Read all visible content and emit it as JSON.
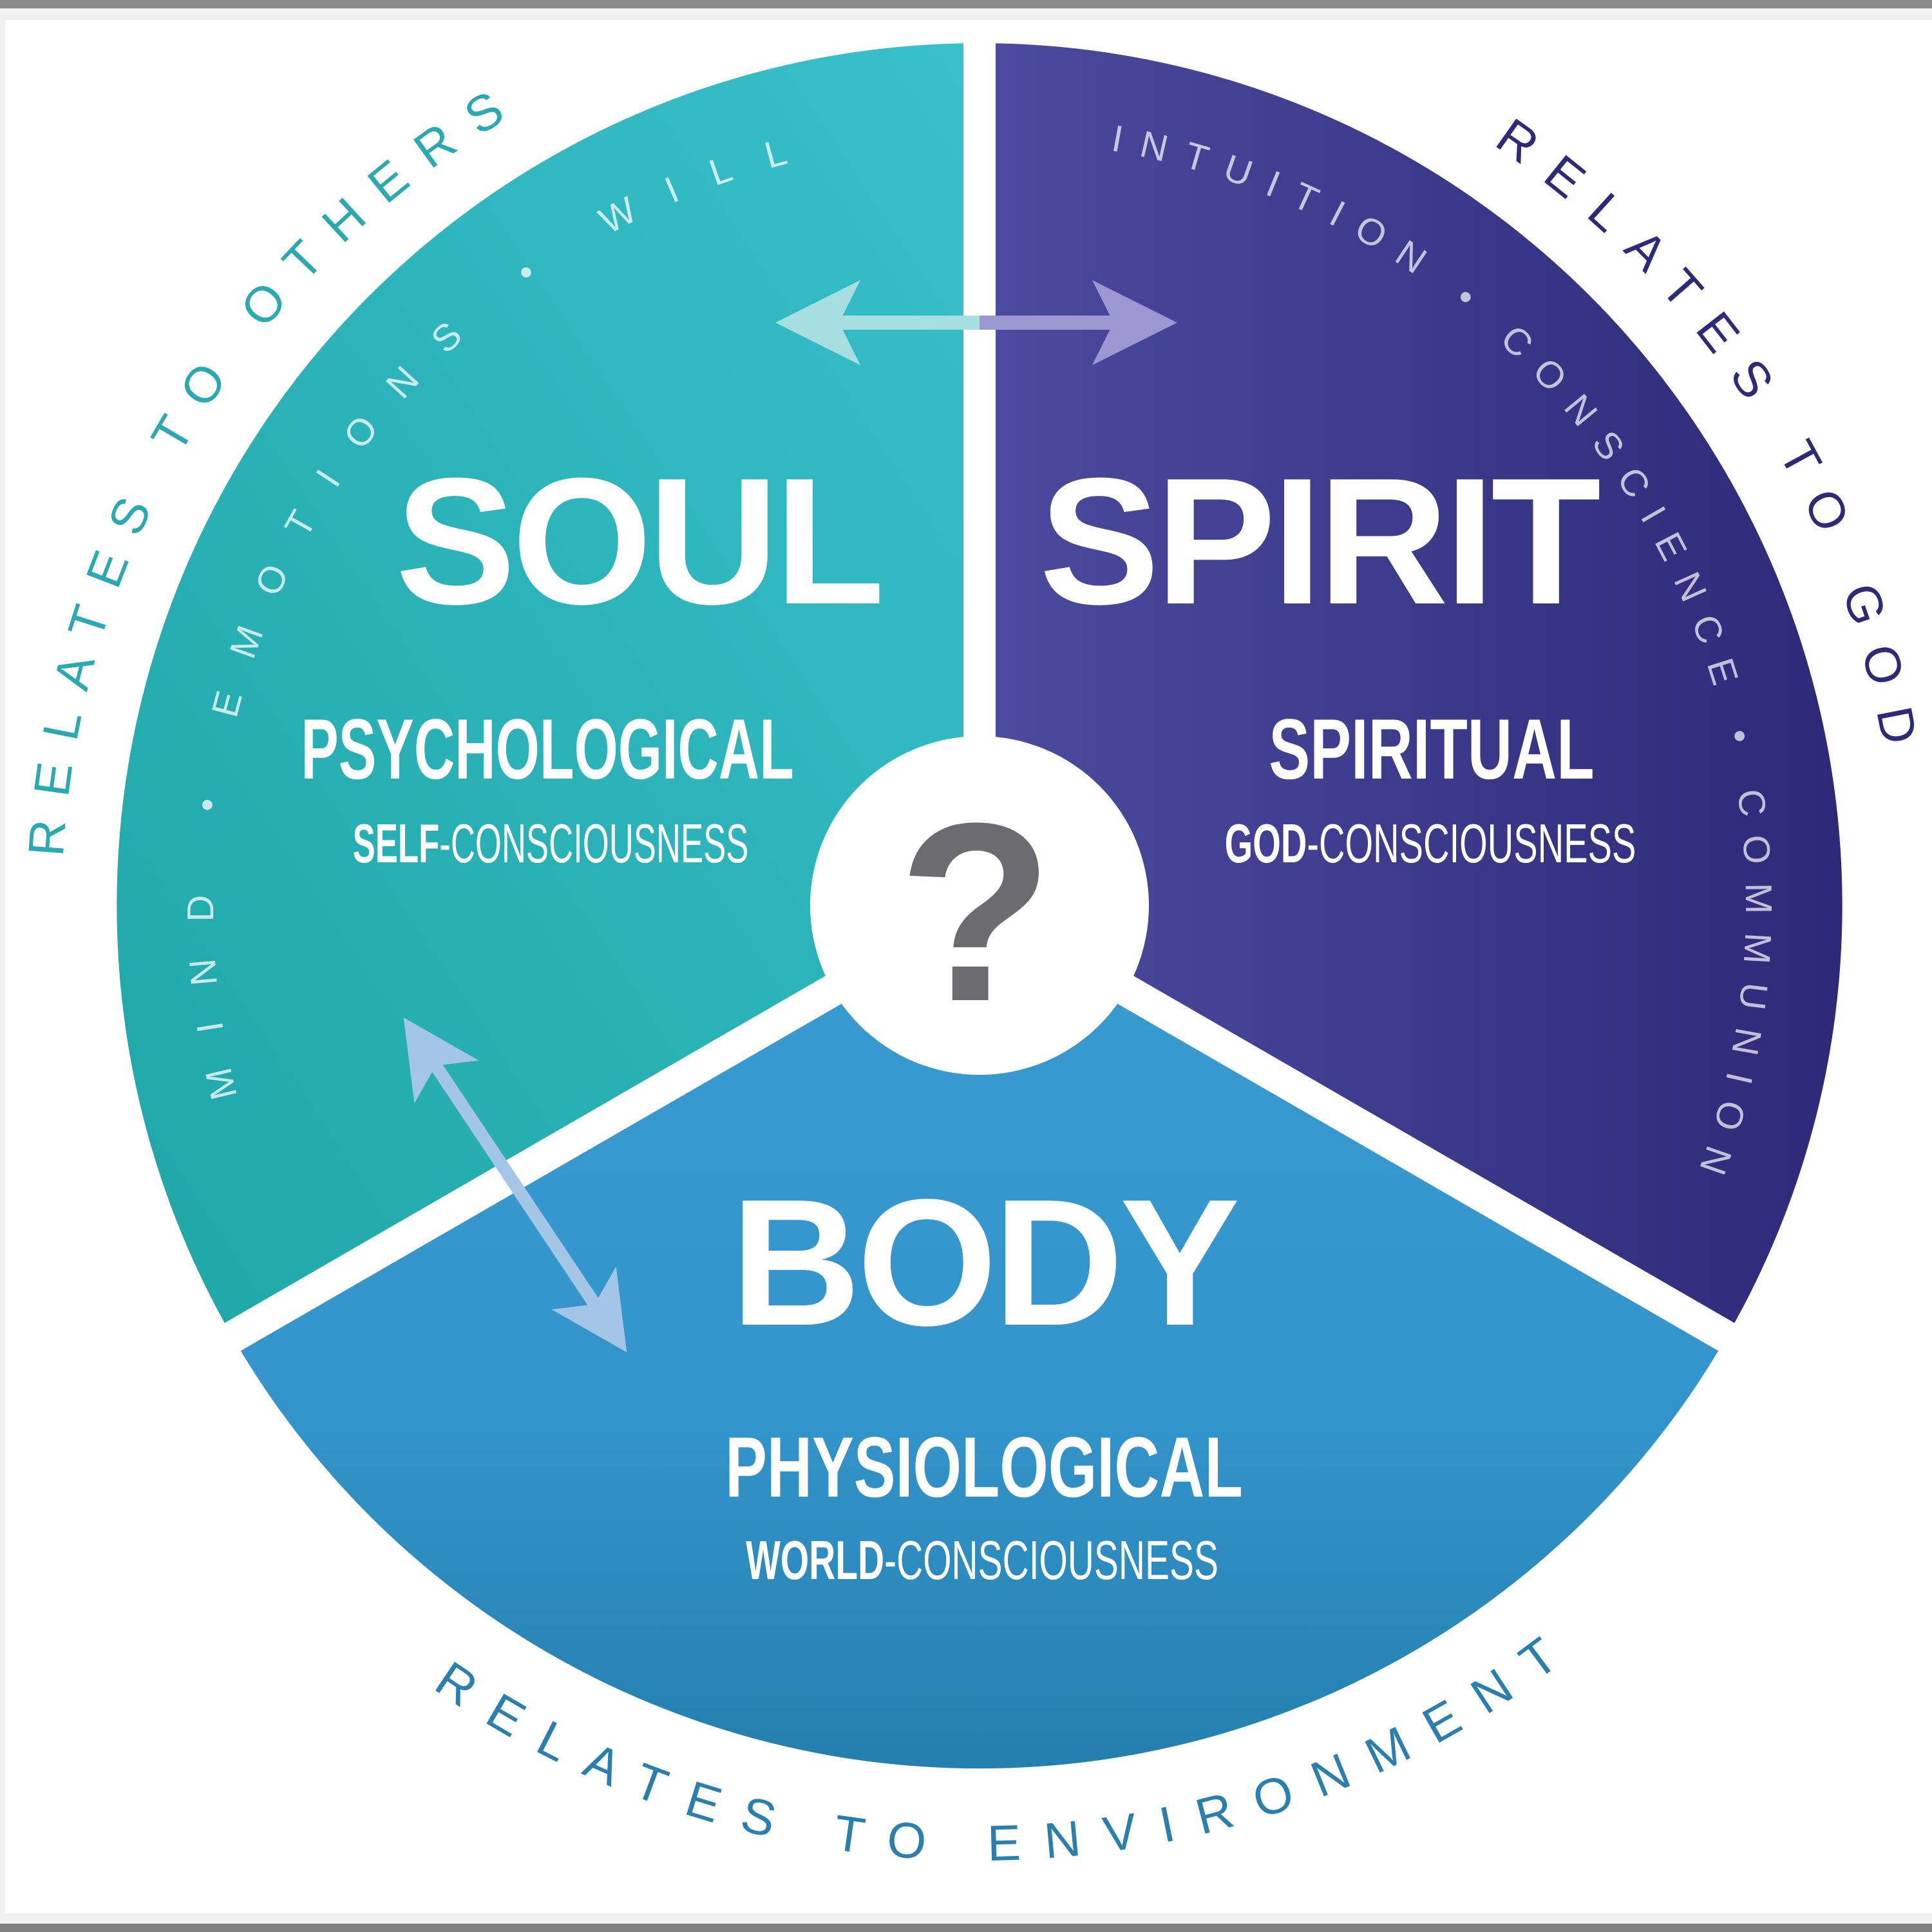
{
  "colors": {
    "soul": "#2fb3bd",
    "spirit": "#3c3889",
    "body": "#3393cb",
    "center_mark": "#6b6b70",
    "others_label": "#2aa9b3",
    "god_label": "#2e2a7a",
    "environment_label": "#2a7fae"
  },
  "center": {
    "symbol": "?"
  },
  "soul": {
    "title": "SOUL",
    "subtitle": "PSYCHOLOGICAL",
    "consciousness_bold": "SELF",
    "consciousness_rest": "-CONSCIOUSNESS",
    "faculties": "MIND  •  EMOTIONS  •  WILL",
    "relation": "RELATES TO OTHERS"
  },
  "spirit": {
    "title": "SPIRIT",
    "subtitle": "SPIRITUAL",
    "consciousness_bold": "GOD",
    "consciousness_rest": "-CONSCIOUSNESS",
    "faculties": "INTUITION  •  CONSCIENCE  •  COMMUNION",
    "relation": "RELATES TO GOD"
  },
  "body": {
    "title": "BODY",
    "subtitle": "PHYSIOLOGICAL",
    "consciousness_bold": "WORLD",
    "consciousness_rest": "-CONSCIOUSNESS",
    "relation": "RELATES TO ENVIRONMENT"
  }
}
